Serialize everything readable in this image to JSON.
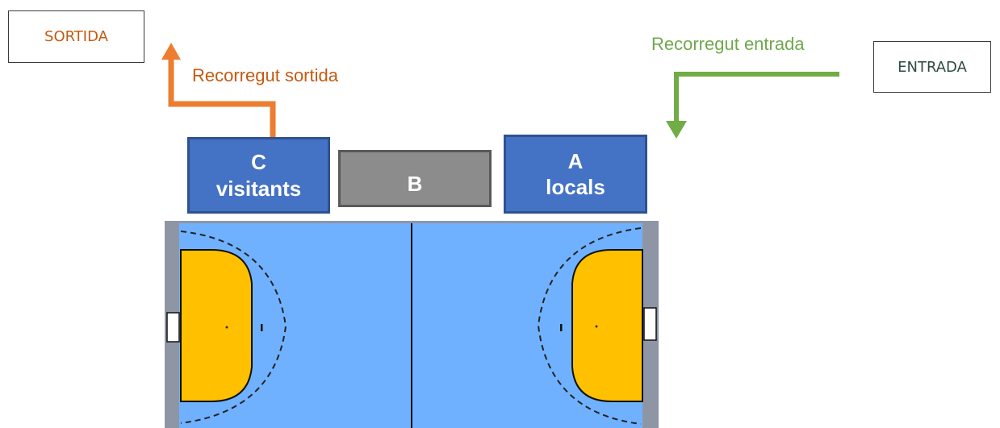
{
  "exit_box": {
    "label": "SORTIDA"
  },
  "entry_box": {
    "label": "ENTRADA"
  },
  "exit_route": {
    "label": "Recorregut sortida"
  },
  "entry_route": {
    "label": "Recorregut entrada"
  },
  "benches": {
    "c": {
      "letter": "C",
      "name": "visitants"
    },
    "b": {
      "letter": "B"
    },
    "a": {
      "letter": "A",
      "name": "locals"
    }
  },
  "colors": {
    "exit": "#c55a11",
    "entry": "#70a84c",
    "bench": "#4472c4",
    "table": "#8c8c8c",
    "court": "#6fb1ff",
    "goal_area": "#ffc000",
    "sideline": "#8e96a6"
  }
}
